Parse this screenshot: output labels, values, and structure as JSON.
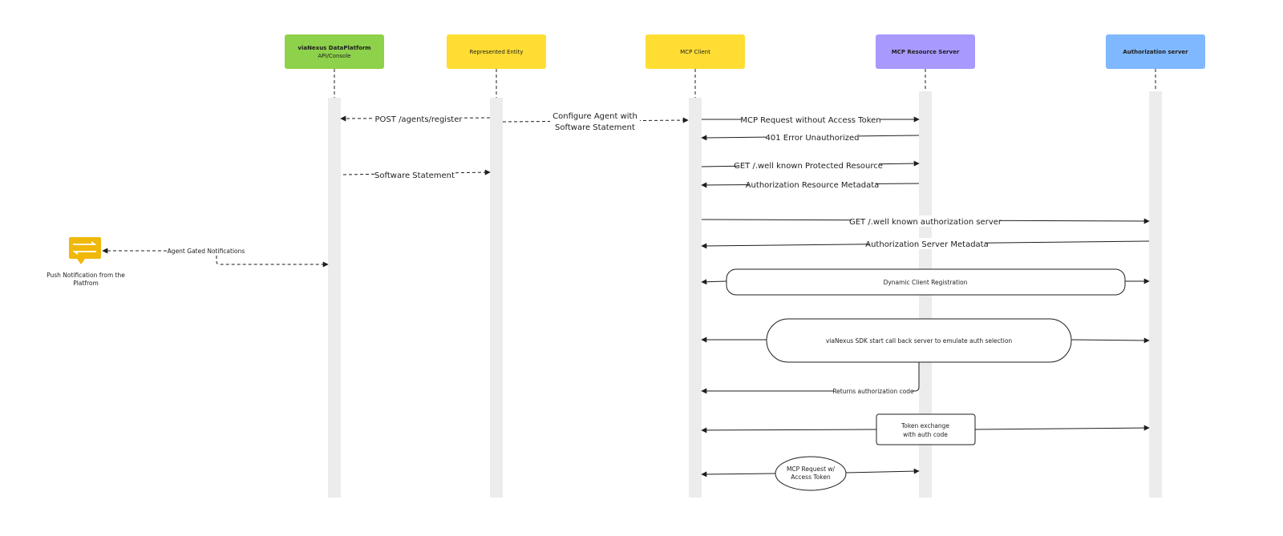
{
  "participants": [
    {
      "title": "viaNexus DataPlatform",
      "subtitle": "API/Console",
      "color": "#8ed14a"
    },
    {
      "title": "Represented Entity",
      "subtitle": "",
      "color": "#ffdd33"
    },
    {
      "title": "MCP Client",
      "subtitle": "",
      "color": "#ffdd33"
    },
    {
      "title": "MCP Resource Server",
      "subtitle": "",
      "color": "#a899ff"
    },
    {
      "title": "Authorization server",
      "subtitle": "",
      "color": "#80b8ff"
    }
  ],
  "messages": {
    "post_register": "POST /agents/register",
    "configure_agent_1": "Configure Agent with",
    "configure_agent_2": "Software Statement",
    "software_statement": "Software Statement",
    "mcp_request_no_token": "MCP Request without Access Token",
    "error_401": "401 Error Unauthorized",
    "get_protected_resource": "GET /.well known Protected Resource",
    "auth_resource_metadata": "Authorization Resource Metadata",
    "get_auth_server": "GET /.well known authorization server",
    "auth_server_metadata": "Authorization Server Metadata",
    "dynamic_client_registration": "Dynamic Client Registration",
    "sdk_callback": "viaNexus SDK start call back server to emulate auth selection",
    "returns_auth_code": "Returns authorization code",
    "token_exchange_1": "Token exchange",
    "token_exchange_2": "with auth code",
    "mcp_request_token_1": "MCP Request w/",
    "mcp_request_token_2": "Access Token"
  },
  "notification": {
    "icon": "push-notification-icon",
    "arrow_label": "Agent Gated Notifications",
    "caption_1": "Push Notification from the",
    "caption_2": "Platfrom"
  }
}
